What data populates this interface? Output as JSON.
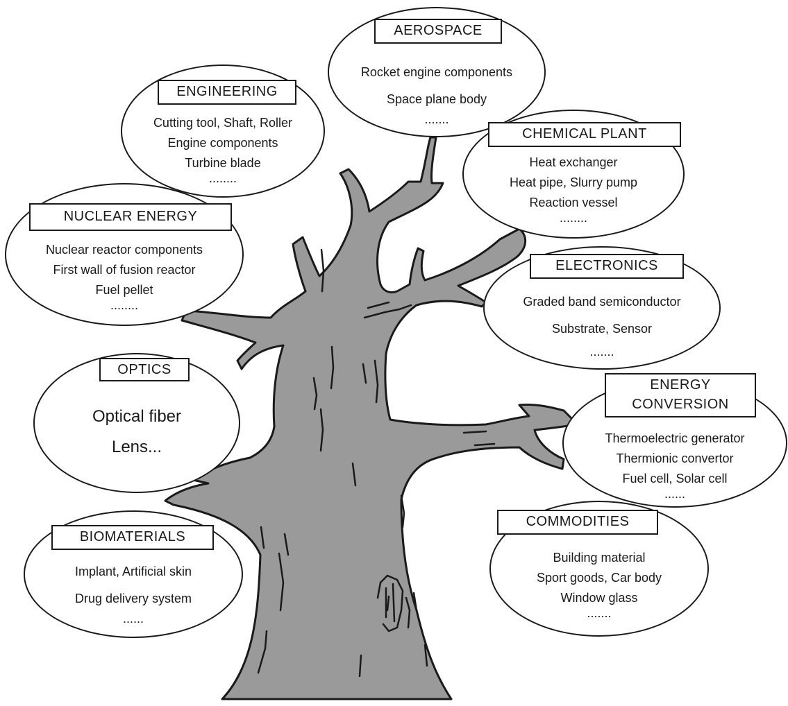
{
  "categories": [
    {
      "key": "aerospace",
      "title": "AEROSPACE",
      "items": [
        "Rocket engine components",
        "Space plane body",
        "......."
      ]
    },
    {
      "key": "engineering",
      "title": "ENGINEERING",
      "items": [
        "Cutting tool, Shaft, Roller",
        "Engine components",
        "Turbine blade",
        "........"
      ]
    },
    {
      "key": "chemical-plant",
      "title": "CHEMICAL PLANT",
      "items": [
        "Heat exchanger",
        "Heat pipe, Slurry pump",
        "Reaction vessel",
        "........"
      ]
    },
    {
      "key": "nuclear-energy",
      "title": "NUCLEAR ENERGY",
      "items": [
        "Nuclear reactor components",
        "First wall of fusion reactor",
        "Fuel pellet",
        "........"
      ]
    },
    {
      "key": "electronics",
      "title": "ELECTRONICS",
      "items": [
        "Graded band semiconductor",
        "Substrate, Sensor",
        "......."
      ]
    },
    {
      "key": "optics",
      "title": "OPTICS",
      "items": [
        "Optical fiber",
        "Lens..."
      ]
    },
    {
      "key": "energy-conversion",
      "title_lines": [
        "ENERGY",
        "CONVERSION"
      ],
      "items": [
        "Thermoelectric generator",
        "Thermionic convertor",
        "Fuel cell, Solar cell",
        "......"
      ]
    },
    {
      "key": "biomaterials",
      "title": "BIOMATERIALS",
      "items": [
        "Implant, Artificial skin",
        "Drug delivery system",
        "......"
      ]
    },
    {
      "key": "commodities",
      "title": "COMMODITIES",
      "items": [
        "Building material",
        "Sport goods, Car body",
        "Window glass",
        "......."
      ]
    }
  ],
  "colors": {
    "trunk_fill": "#9a9a9a",
    "outline": "#1a1a1a",
    "bubble_fill": "#ffffff"
  }
}
